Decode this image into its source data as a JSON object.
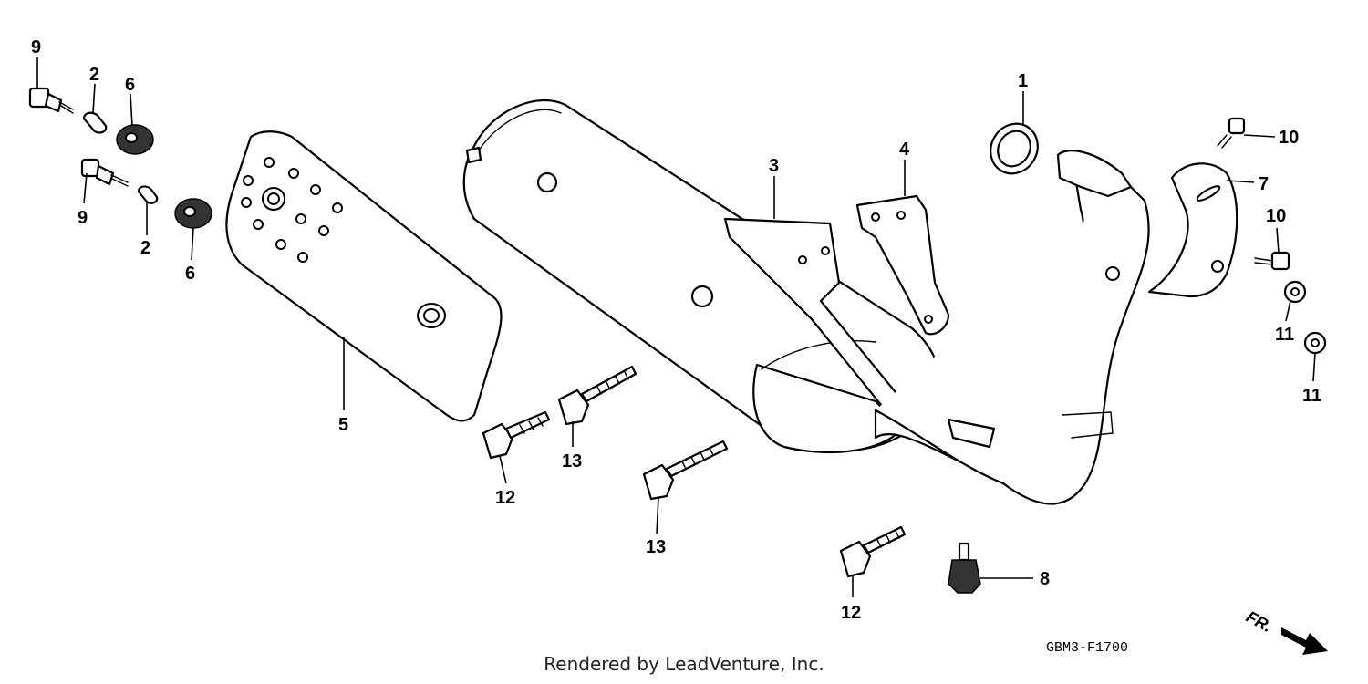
{
  "callouts": [
    {
      "id": "c1",
      "label": "1"
    },
    {
      "id": "c2a",
      "label": "2"
    },
    {
      "id": "c2b",
      "label": "2"
    },
    {
      "id": "c3",
      "label": "3"
    },
    {
      "id": "c4",
      "label": "4"
    },
    {
      "id": "c5",
      "label": "5"
    },
    {
      "id": "c6a",
      "label": "6"
    },
    {
      "id": "c6b",
      "label": "6"
    },
    {
      "id": "c7",
      "label": "7"
    },
    {
      "id": "c8",
      "label": "8"
    },
    {
      "id": "c9a",
      "label": "9"
    },
    {
      "id": "c9b",
      "label": "9"
    },
    {
      "id": "c10a",
      "label": "10"
    },
    {
      "id": "c10b",
      "label": "10"
    },
    {
      "id": "c11a",
      "label": "11"
    },
    {
      "id": "c11b",
      "label": "11"
    },
    {
      "id": "c12a",
      "label": "12"
    },
    {
      "id": "c12b",
      "label": "12"
    },
    {
      "id": "c13a",
      "label": "13"
    },
    {
      "id": "c13b",
      "label": "13"
    }
  ],
  "diagram_code": "GBM3-F1700",
  "front_indicator": "FR.",
  "credit": "Rendered by LeadVenture, Inc."
}
